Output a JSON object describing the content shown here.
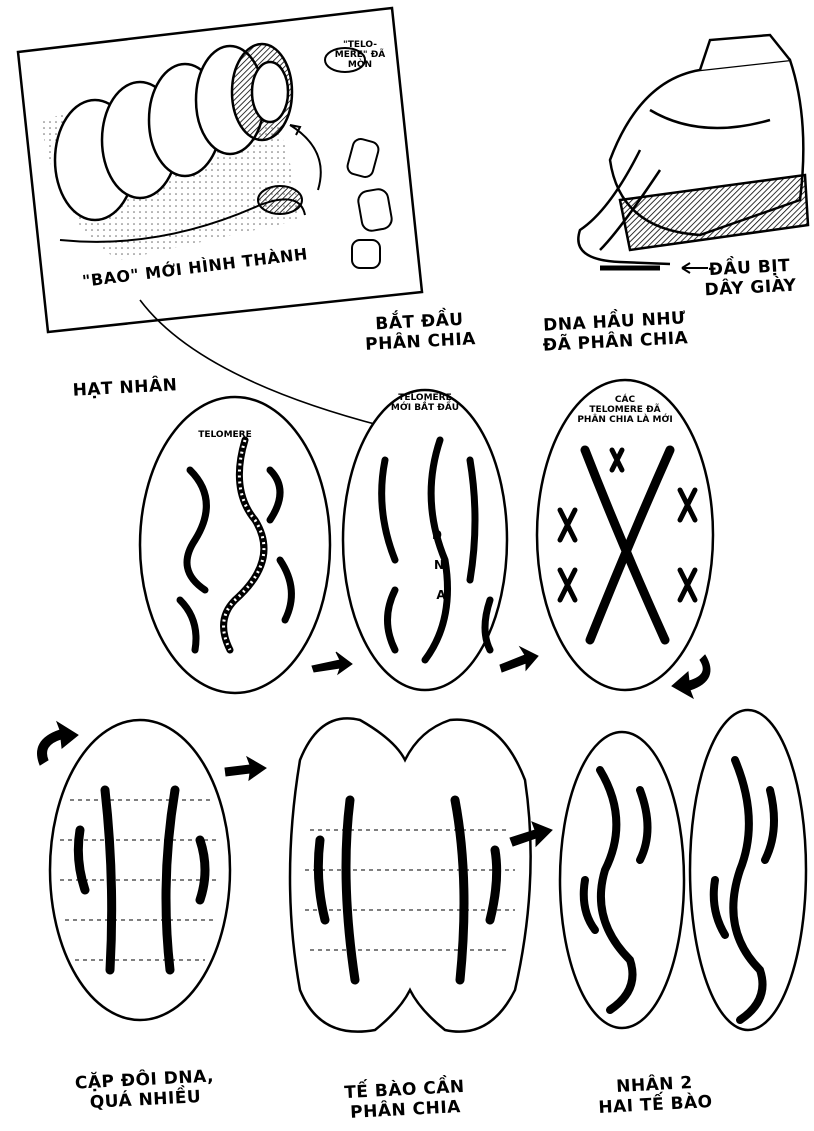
{
  "inset": {
    "new_cap_label": "\"BAO\" MỚI HÌNH THÀNH",
    "old_cap_label": "\"TELO-MERE\" ĐÃ MÒN"
  },
  "shoe": {
    "aglet_label_line1": "ĐẦU BỊT",
    "aglet_label_line2": "DÂY GIÀY"
  },
  "nucleus": {
    "title": "HẠT NHÂN",
    "telomere_label": "TELOMERE"
  },
  "stage2": {
    "title_line1": "BẮT ĐẦU",
    "title_line2": "PHÂN CHIA",
    "note_line1": "TELOMERE",
    "note_line2": "MỚI BẮT ĐẦU"
  },
  "stage3": {
    "title_line1": "DNA HẦU NHƯ",
    "title_line2": "ĐÃ PHÂN CHIA",
    "note_line1": "CÁC",
    "note_line2": "TELOMERE ĐÃ",
    "note_line3": "PHÂN CHIA LÀ MỚI"
  },
  "stage4": {
    "title_line1": "CẶP ĐÔI DNA,",
    "title_line2": "QUÁ NHIỀU"
  },
  "stage5": {
    "title_line1": "TẾ BÀO CẦN",
    "title_line2": "PHÂN CHIA"
  },
  "stage6": {
    "title_line1": "NHÂN 2",
    "title_line2": "HAI TẾ BÀO"
  },
  "chromosome_letters": [
    "D",
    "N",
    "A"
  ]
}
